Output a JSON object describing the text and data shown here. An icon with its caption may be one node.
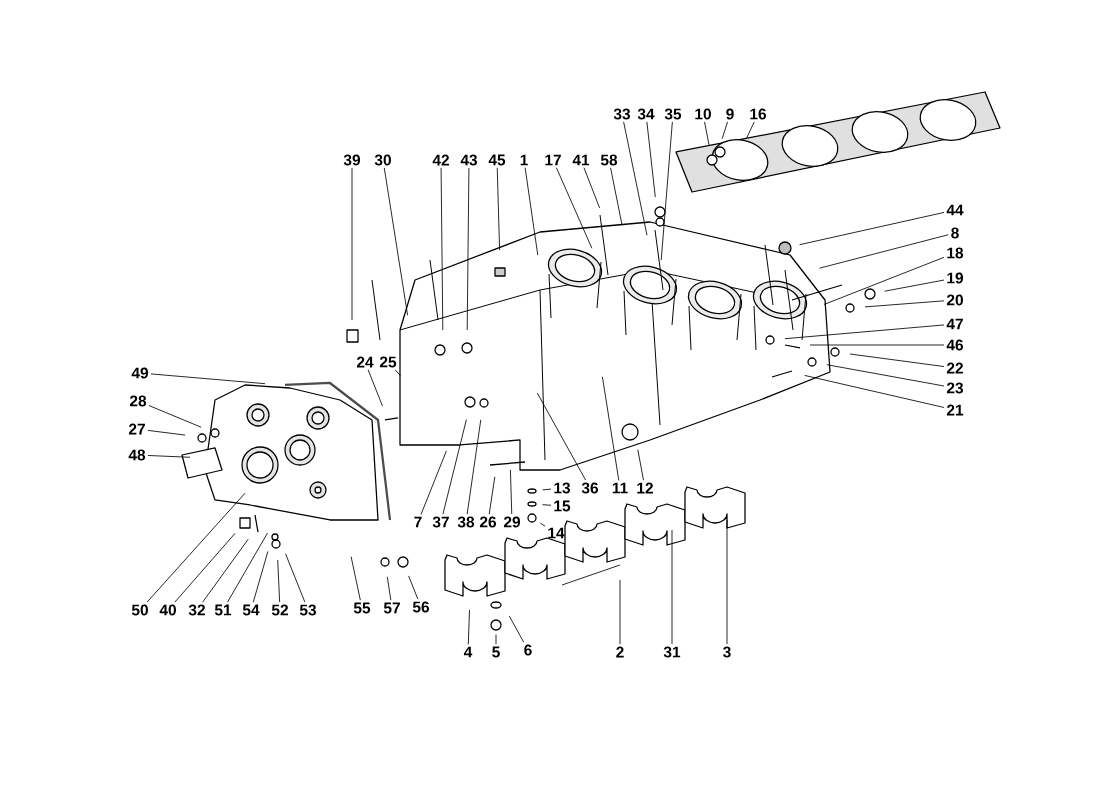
{
  "diagram": {
    "nodes": [
      {
        "text": [
          "33"
        ]
      },
      {
        "text": [
          "34"
        ]
      },
      {
        "text": [
          "35"
        ]
      },
      {
        "text": [
          "10"
        ]
      },
      {
        "text": [
          "9"
        ]
      },
      {
        "text": [
          "16"
        ]
      },
      {
        "text": [
          "39"
        ]
      },
      {
        "text": [
          "30"
        ]
      },
      {
        "text": [
          "42"
        ]
      },
      {
        "text": [
          "43"
        ]
      },
      {
        "text": [
          "45"
        ]
      },
      {
        "text": [
          "1"
        ]
      },
      {
        "text": [
          "17"
        ]
      },
      {
        "text": [
          "41"
        ]
      },
      {
        "text": [
          "58"
        ]
      },
      {
        "text": [
          "44"
        ]
      },
      {
        "text": [
          "8"
        ]
      },
      {
        "text": [
          "18"
        ]
      },
      {
        "text": [
          "19"
        ]
      },
      {
        "text": [
          "20"
        ]
      },
      {
        "text": [
          "47"
        ]
      },
      {
        "text": [
          "46"
        ]
      },
      {
        "text": [
          "22"
        ]
      },
      {
        "text": [
          "23"
        ]
      },
      {
        "text": [
          "21"
        ]
      },
      {
        "text": [
          "24"
        ]
      },
      {
        "text": [
          "25"
        ]
      },
      {
        "text": [
          "49"
        ]
      },
      {
        "text": [
          "28"
        ]
      },
      {
        "text": [
          "27"
        ]
      },
      {
        "text": [
          "48"
        ]
      },
      {
        "text": [
          "36"
        ]
      },
      {
        "text": [
          "11"
        ]
      },
      {
        "text": [
          "12"
        ]
      },
      {
        "text": [
          "13"
        ]
      },
      {
        "text": [
          "15"
        ]
      },
      {
        "text": [
          "7"
        ]
      },
      {
        "text": [
          "37"
        ]
      },
      {
        "text": [
          "38"
        ]
      },
      {
        "text": [
          "26"
        ]
      },
      {
        "text": [
          "29"
        ]
      },
      {
        "text": [
          "14"
        ]
      },
      {
        "text": [
          "50"
        ]
      },
      {
        "text": [
          "40"
        ]
      },
      {
        "text": [
          "32"
        ]
      },
      {
        "text": [
          "51"
        ]
      },
      {
        "text": [
          "54"
        ]
      },
      {
        "text": [
          "52"
        ]
      },
      {
        "text": [
          "53"
        ]
      },
      {
        "text": [
          "55"
        ]
      },
      {
        "text": [
          "57"
        ]
      },
      {
        "text": [
          "56"
        ]
      },
      {
        "text": [
          "4"
        ]
      },
      {
        "text": [
          "5"
        ]
      },
      {
        "text": [
          "6"
        ]
      },
      {
        "text": [
          "2"
        ]
      },
      {
        "text": [
          "31"
        ]
      },
      {
        "text": [
          "3"
        ]
      }
    ],
    "edges": [
      {
        "from": 0,
        "to": null,
        "arrow": "none"
      },
      {
        "from": 1,
        "to": null,
        "arrow": "none"
      },
      {
        "from": 2,
        "to": null,
        "arrow": "none"
      },
      {
        "from": 3,
        "to": null,
        "arrow": "none"
      },
      {
        "from": 4,
        "to": null,
        "arrow": "none"
      },
      {
        "from": 5,
        "to": null,
        "arrow": "none"
      },
      {
        "from": 6,
        "to": null,
        "arrow": "none"
      },
      {
        "from": 7,
        "to": null,
        "arrow": "none"
      },
      {
        "from": 8,
        "to": null,
        "arrow": "none"
      },
      {
        "from": 9,
        "to": null,
        "arrow": "none"
      },
      {
        "from": 10,
        "to": null,
        "arrow": "none"
      },
      {
        "from": 11,
        "to": null,
        "arrow": "none"
      },
      {
        "from": 12,
        "to": null,
        "arrow": "none"
      },
      {
        "from": 13,
        "to": null,
        "arrow": "none"
      },
      {
        "from": 14,
        "to": null,
        "arrow": "none"
      },
      {
        "from": 15,
        "to": null,
        "arrow": "none"
      },
      {
        "from": 16,
        "to": null,
        "arrow": "none"
      },
      {
        "from": 17,
        "to": null,
        "arrow": "none"
      },
      {
        "from": 18,
        "to": null,
        "arrow": "none"
      },
      {
        "from": 19,
        "to": null,
        "arrow": "none"
      },
      {
        "from": 20,
        "to": null,
        "arrow": "none"
      },
      {
        "from": 21,
        "to": null,
        "arrow": "none"
      },
      {
        "from": 22,
        "to": null,
        "arrow": "none"
      },
      {
        "from": 23,
        "to": null,
        "arrow": "none"
      },
      {
        "from": 24,
        "to": null,
        "arrow": "none"
      },
      {
        "from": 25,
        "to": null,
        "arrow": "none"
      },
      {
        "from": 26,
        "to": null,
        "arrow": "none"
      },
      {
        "from": 27,
        "to": null,
        "arrow": "none"
      },
      {
        "from": 28,
        "to": null,
        "arrow": "none"
      },
      {
        "from": 29,
        "to": null,
        "arrow": "none"
      },
      {
        "from": 30,
        "to": null,
        "arrow": "none"
      },
      {
        "from": 31,
        "to": null,
        "arrow": "none"
      },
      {
        "from": 32,
        "to": null,
        "arrow": "none"
      },
      {
        "from": 33,
        "to": null,
        "arrow": "none"
      },
      {
        "from": 34,
        "to": null,
        "arrow": "none"
      },
      {
        "from": 35,
        "to": null,
        "arrow": "none"
      },
      {
        "from": 36,
        "to": null,
        "arrow": "none"
      },
      {
        "from": 37,
        "to": null,
        "arrow": "none"
      },
      {
        "from": 38,
        "to": null,
        "arrow": "none"
      },
      {
        "from": 39,
        "to": null,
        "arrow": "none"
      },
      {
        "from": 40,
        "to": null,
        "arrow": "none"
      },
      {
        "from": 41,
        "to": null,
        "arrow": "none"
      },
      {
        "from": 42,
        "to": null,
        "arrow": "none"
      },
      {
        "from": 43,
        "to": null,
        "arrow": "none"
      },
      {
        "from": 44,
        "to": null,
        "arrow": "none"
      },
      {
        "from": 45,
        "to": null,
        "arrow": "none"
      },
      {
        "from": 46,
        "to": null,
        "arrow": "none"
      },
      {
        "from": 47,
        "to": null,
        "arrow": "none"
      },
      {
        "from": 48,
        "to": null,
        "arrow": "none"
      },
      {
        "from": 49,
        "to": null,
        "arrow": "none"
      },
      {
        "from": 50,
        "to": null,
        "arrow": "none"
      },
      {
        "from": 51,
        "to": null,
        "arrow": "none"
      },
      {
        "from": 52,
        "to": null,
        "arrow": "none"
      },
      {
        "from": 53,
        "to": null,
        "arrow": "none"
      },
      {
        "from": 54,
        "to": null,
        "arrow": "none"
      },
      {
        "from": 55,
        "to": null,
        "arrow": "none"
      },
      {
        "from": 56,
        "to": null,
        "arrow": "none"
      },
      {
        "from": 57,
        "to": null,
        "arrow": "none"
      }
    ]
  }
}
